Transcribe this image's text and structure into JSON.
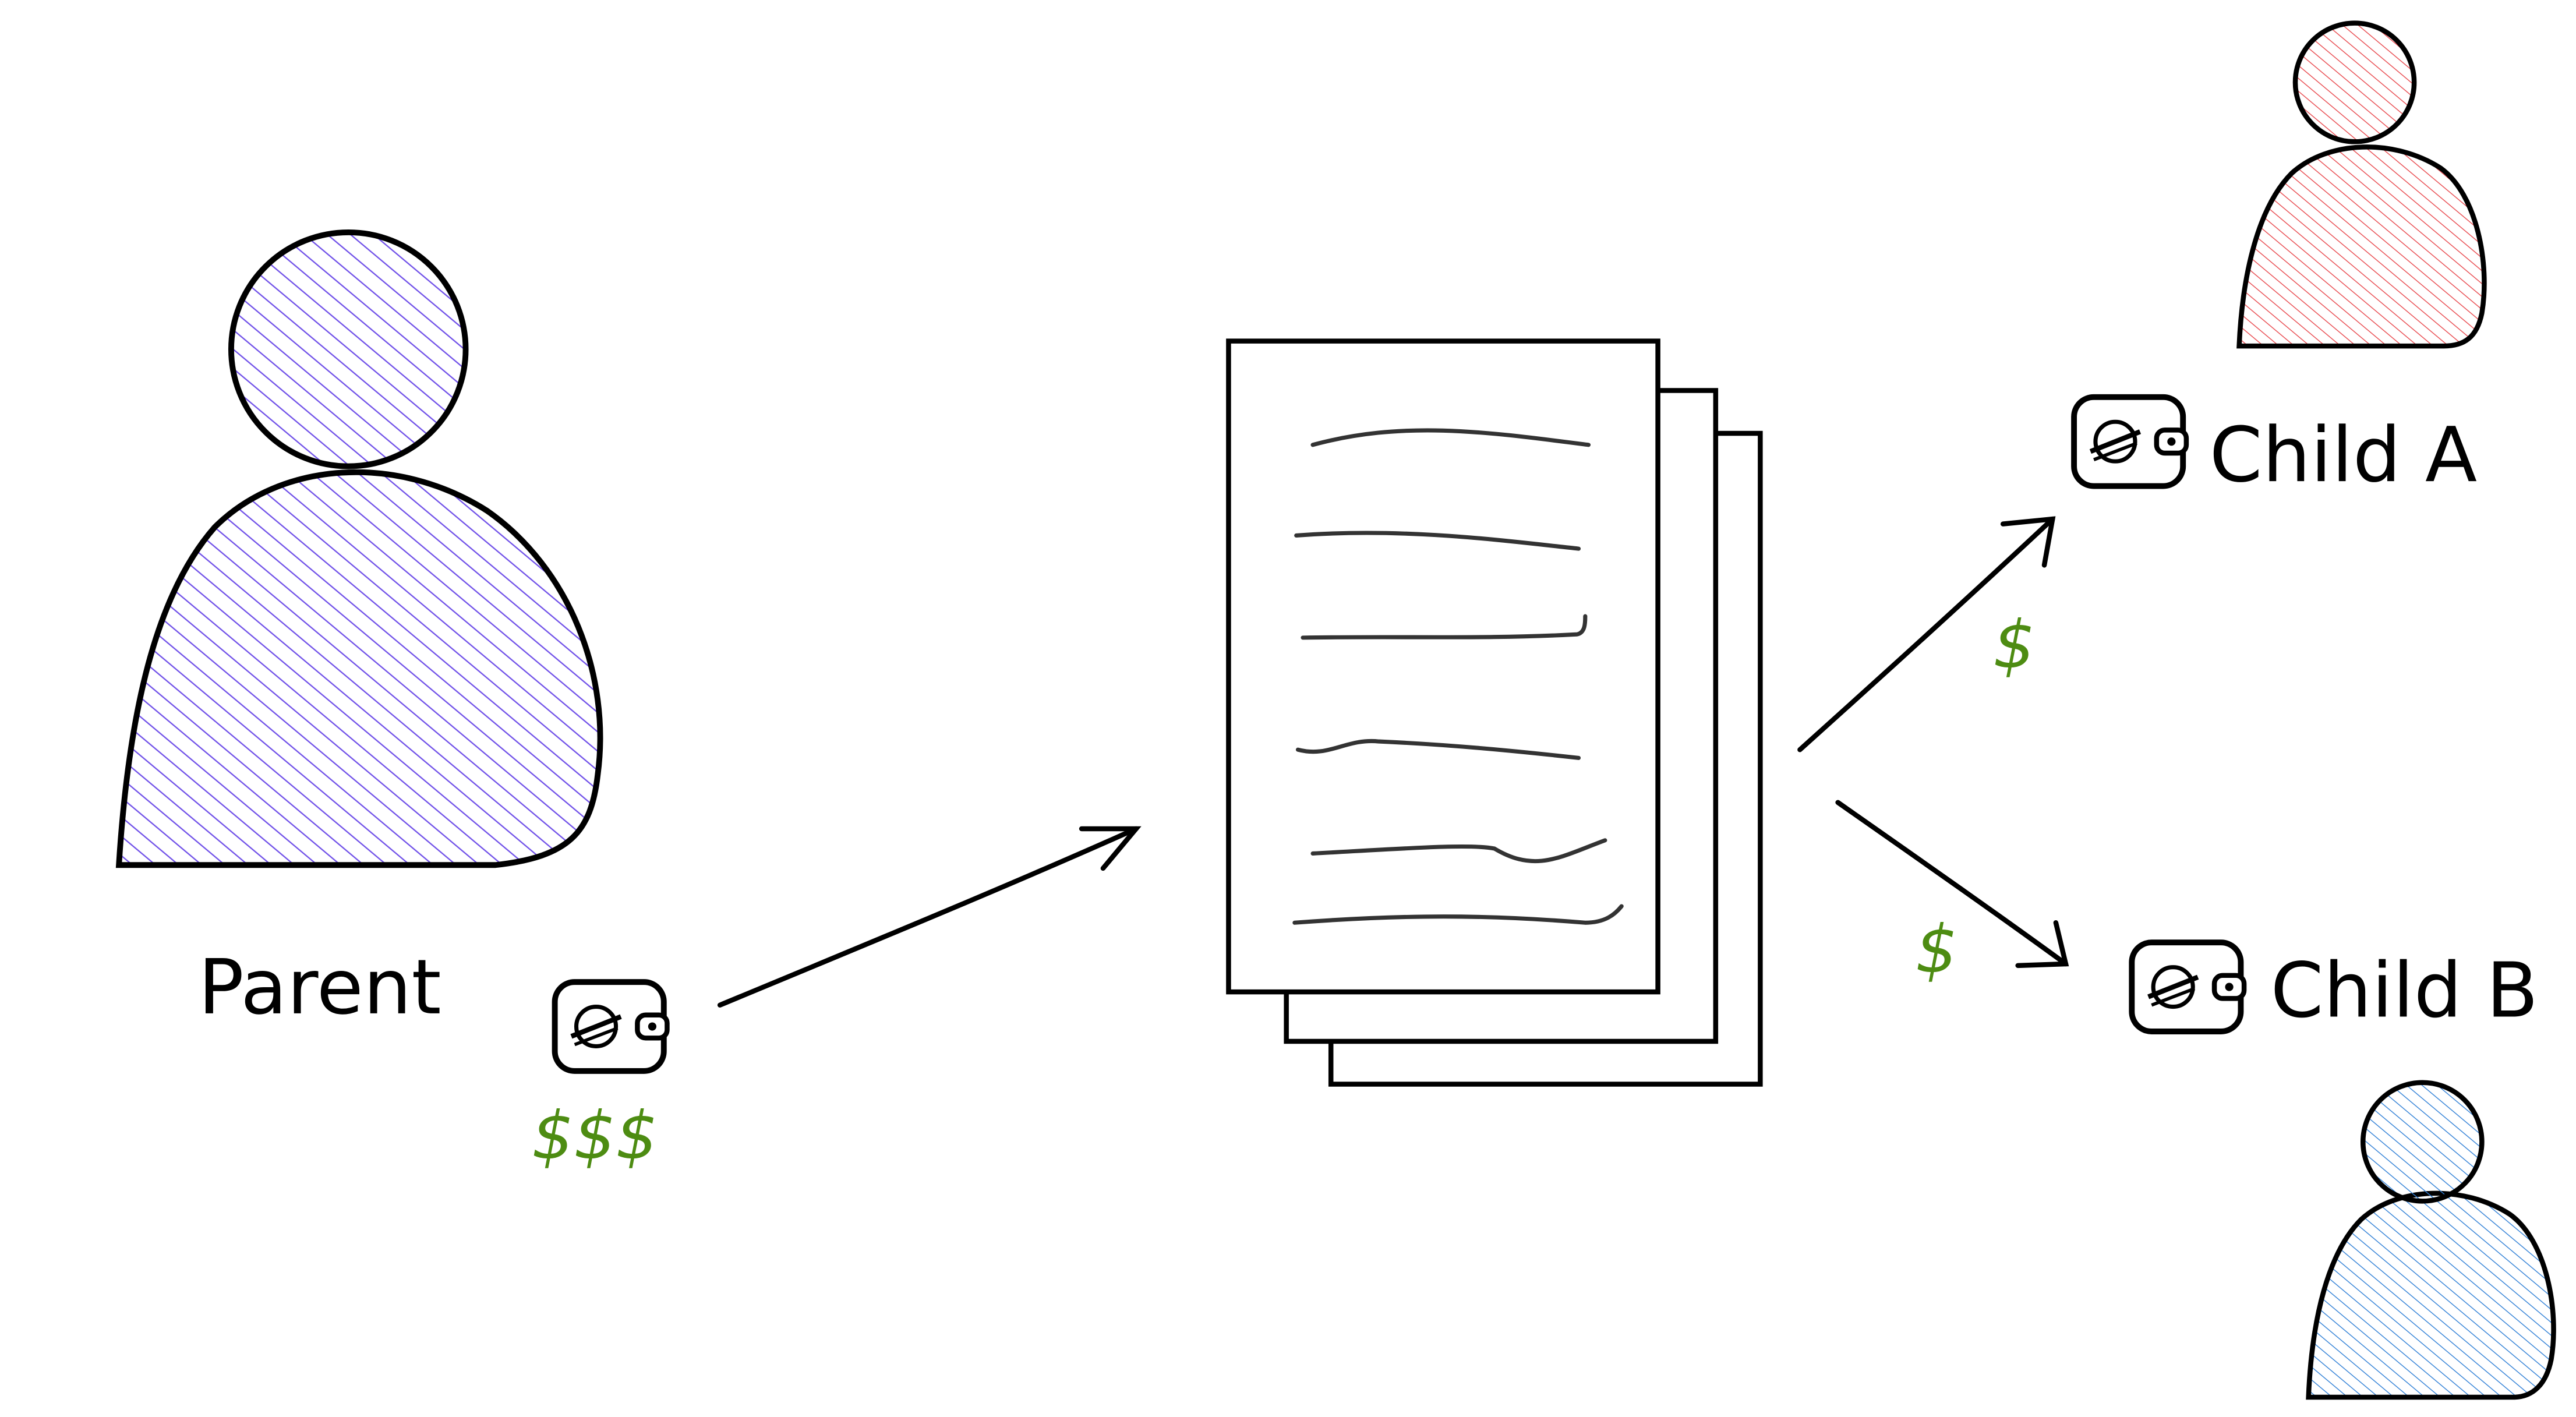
{
  "parent": {
    "label": "Parent",
    "amount": "$$$",
    "color": "#6e4ee8",
    "icon": "wallet-icon"
  },
  "contract": {
    "icon": "document-stack-icon"
  },
  "children": [
    {
      "label": "Child A",
      "amount": "$",
      "color": "#e8474c",
      "icon": "wallet-icon"
    },
    {
      "label": "Child B",
      "amount": "$",
      "color": "#2f7fd6",
      "icon": "wallet-icon"
    }
  ],
  "colors": {
    "ink": "#000000",
    "money": "#4d8c12"
  }
}
